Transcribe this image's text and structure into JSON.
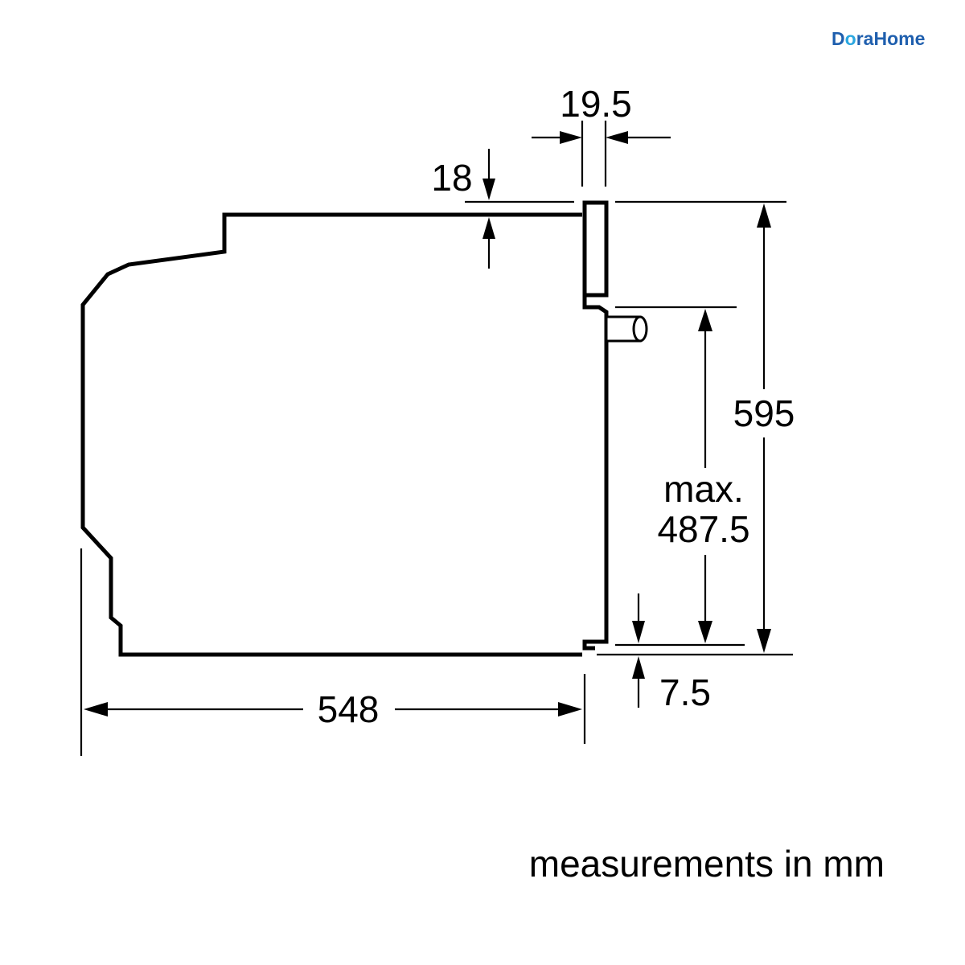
{
  "brand": {
    "logo_text": "DoraHome",
    "color_primary": "#1f5fae",
    "color_accent": "#2aa7e0"
  },
  "dimensions": {
    "depth": "548",
    "height": "595",
    "door_thickness": "19.5",
    "top_offset": "18",
    "bottom_offset": "7.5",
    "max_label": "max.",
    "max_height": "487.5"
  },
  "note": "measurements in mm"
}
